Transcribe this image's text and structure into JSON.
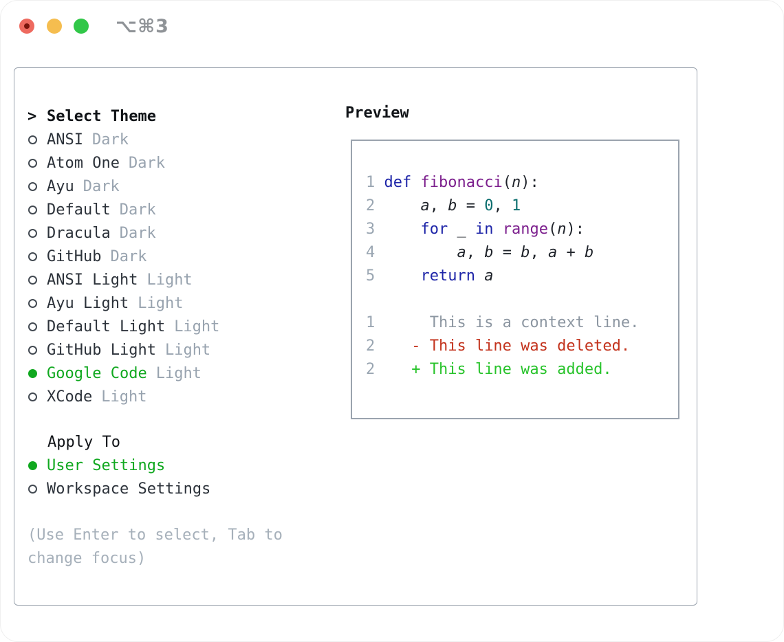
{
  "titlebar": {
    "shortcut": "⌥⌘3",
    "traffic_lights": {
      "close_color": "#ee6a5f",
      "close_dot_color": "#7a150c",
      "minimize_color": "#f5bd4f",
      "zoom_color": "#31c748"
    }
  },
  "theme_selector": {
    "prompt": ">",
    "title": "Select Theme",
    "items": [
      {
        "name": "ANSI",
        "variant": "Dark",
        "selected": false
      },
      {
        "name": "Atom One",
        "variant": "Dark",
        "selected": false
      },
      {
        "name": "Ayu",
        "variant": "Dark",
        "selected": false
      },
      {
        "name": "Default",
        "variant": "Dark",
        "selected": false
      },
      {
        "name": "Dracula",
        "variant": "Dark",
        "selected": false
      },
      {
        "name": "GitHub",
        "variant": "Dark",
        "selected": false
      },
      {
        "name": "ANSI Light",
        "variant": "Light",
        "selected": false
      },
      {
        "name": "Ayu Light",
        "variant": "Light",
        "selected": false
      },
      {
        "name": "Default Light",
        "variant": "Light",
        "selected": false
      },
      {
        "name": "GitHub Light",
        "variant": "Light",
        "selected": false
      },
      {
        "name": "Google Code",
        "variant": "Light",
        "selected": true
      },
      {
        "name": "XCode",
        "variant": "Light",
        "selected": false
      }
    ]
  },
  "apply_to": {
    "title": "Apply To",
    "options": [
      {
        "label": "User Settings",
        "selected": true
      },
      {
        "label": "Workspace Settings",
        "selected": false
      }
    ]
  },
  "help": {
    "lines": [
      "(Use Enter to select, Tab to",
      "change focus)"
    ]
  },
  "preview": {
    "title": "Preview",
    "lines": [
      [
        [
          "ln",
          "1"
        ],
        [
          "pl",
          " "
        ],
        [
          "kw",
          "def"
        ],
        [
          "pl",
          " "
        ],
        [
          "fn",
          "fibonacci"
        ],
        [
          "pl",
          "("
        ],
        [
          "vr",
          "n"
        ],
        [
          "pl",
          "):"
        ]
      ],
      [
        [
          "ln",
          "2"
        ],
        [
          "pl",
          "     "
        ],
        [
          "vr",
          "a"
        ],
        [
          "pl",
          ", "
        ],
        [
          "vr",
          "b"
        ],
        [
          "pl",
          " = "
        ],
        [
          "nm",
          "0"
        ],
        [
          "pl",
          ", "
        ],
        [
          "nm",
          "1"
        ]
      ],
      [
        [
          "ln",
          "3"
        ],
        [
          "pl",
          "     "
        ],
        [
          "kw",
          "for"
        ],
        [
          "pl",
          " _ "
        ],
        [
          "kw",
          "in"
        ],
        [
          "pl",
          " "
        ],
        [
          "fn",
          "range"
        ],
        [
          "pl",
          "("
        ],
        [
          "vr",
          "n"
        ],
        [
          "pl",
          "):"
        ]
      ],
      [
        [
          "ln",
          "4"
        ],
        [
          "pl",
          "         "
        ],
        [
          "vr",
          "a"
        ],
        [
          "pl",
          ", "
        ],
        [
          "vr",
          "b"
        ],
        [
          "pl",
          " = "
        ],
        [
          "vr",
          "b"
        ],
        [
          "pl",
          ", "
        ],
        [
          "vr",
          "a"
        ],
        [
          "pl",
          " + "
        ],
        [
          "vr",
          "b"
        ]
      ],
      [
        [
          "ln",
          "5"
        ],
        [
          "pl",
          "     "
        ],
        [
          "kw",
          "return"
        ],
        [
          "pl",
          " "
        ],
        [
          "vr",
          "a"
        ]
      ],
      [],
      [
        [
          "ln",
          "1"
        ],
        [
          "ctx",
          "      This is a context line."
        ]
      ],
      [
        [
          "ln",
          "2"
        ],
        [
          "del",
          "    - This line was deleted."
        ]
      ],
      [
        [
          "ln",
          "2"
        ],
        [
          "add",
          "    + This line was added."
        ]
      ]
    ]
  },
  "colors": {
    "accent_green": "#10a81f",
    "added_green": "#28c32b",
    "deleted_red": "#c3331d",
    "keyword_blue": "#1e25a8",
    "function_purple": "#7c1f8d",
    "number_teal": "#0b6e6e",
    "context_gray": "#8c96a1",
    "line_number_gray": "#9aa6b2",
    "variant_gray": "#98a3af",
    "item_text": "#2c323a",
    "help_gray": "#a6b0ba",
    "panel_border": "#9aa3ae",
    "code_plain": "#1f232a"
  }
}
